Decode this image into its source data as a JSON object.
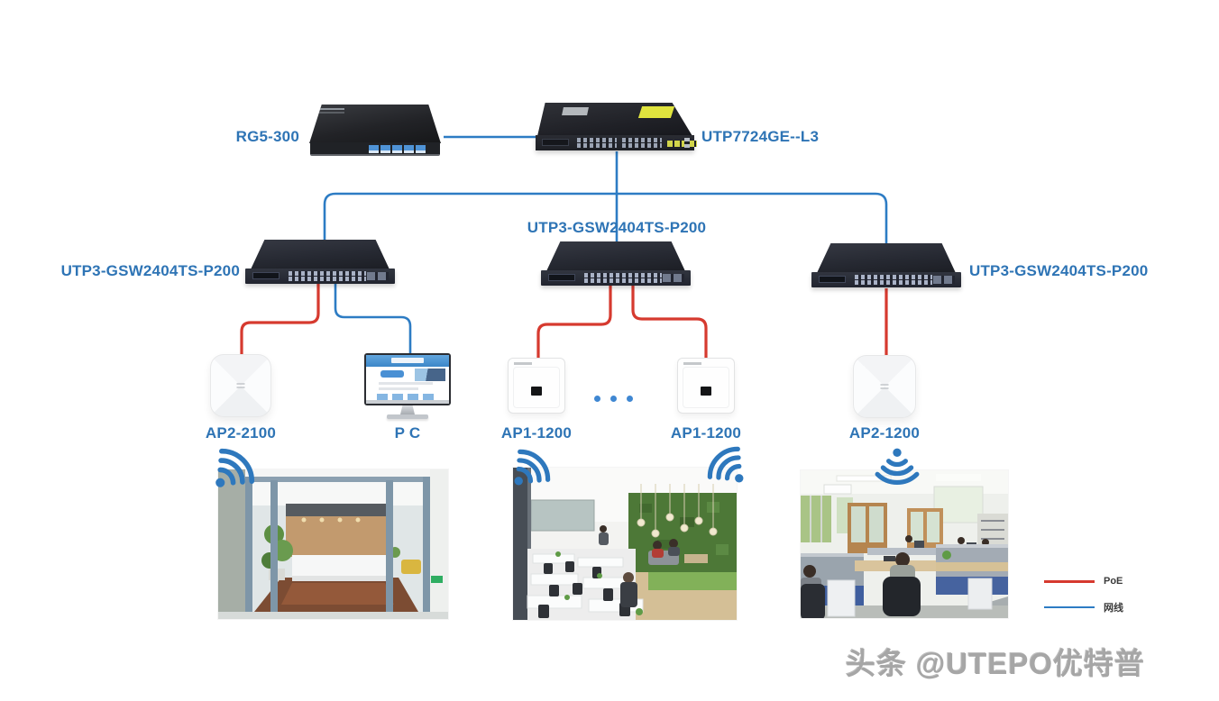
{
  "diagram": {
    "background": "#ffffff",
    "colors": {
      "label_blue": "#2E74B5",
      "poe_red": "#d63a2f",
      "cable_blue": "#2d7cc4",
      "wifi_blue": "#2e78bd",
      "dots_blue": "#3f87d2",
      "legend_text": "#3b3b3b",
      "watermark_gray": "#a6a6a6"
    },
    "nodes": {
      "router": {
        "label": "RG5-300"
      },
      "core_switch": {
        "label": "UTP7724GE--L3"
      },
      "access_switch_left": {
        "label": "UTP3-GSW2404TS-P200"
      },
      "access_switch_middle": {
        "label": "UTP3-GSW2404TS-P200"
      },
      "access_switch_right": {
        "label": "UTP3-GSW2404TS-P200"
      },
      "ap_ceiling_left": {
        "label": "AP2-2100"
      },
      "pc": {
        "label": "P C"
      },
      "ap_wall_1": {
        "label": "AP1-1200"
      },
      "ap_wall_2": {
        "label": "AP1-1200"
      },
      "ap_ceiling_right": {
        "label": "AP2-1200"
      }
    },
    "legend": {
      "items": [
        {
          "label": "PoE",
          "color": "#d63a2f"
        },
        {
          "label": "网线",
          "color": "#2d7cc4"
        }
      ]
    },
    "watermark": "头条 @UTEPO优特普"
  }
}
